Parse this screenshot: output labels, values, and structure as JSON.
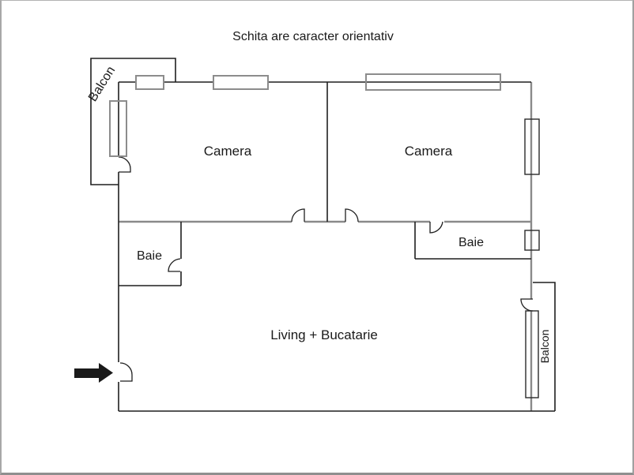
{
  "title": "Schita are caracter orientativ",
  "rooms": {
    "camera_left": "Camera",
    "camera_right": "Camera",
    "baie_left": "Baie",
    "baie_right": "Baie",
    "living": "Living + Bucatarie",
    "balcon_top_left": "Balcon",
    "balcon_bottom_right": "Balcon"
  },
  "icons": {
    "entrance_arrow": "arrow-right"
  },
  "colors": {
    "wall": "#1f1f1f",
    "wall_secondary": "#8a8a8a",
    "window_frame": "#8c8c8c",
    "arrow": "#1a1a1a",
    "background": "#ffffff",
    "frame_border": "#8f8f8f"
  }
}
